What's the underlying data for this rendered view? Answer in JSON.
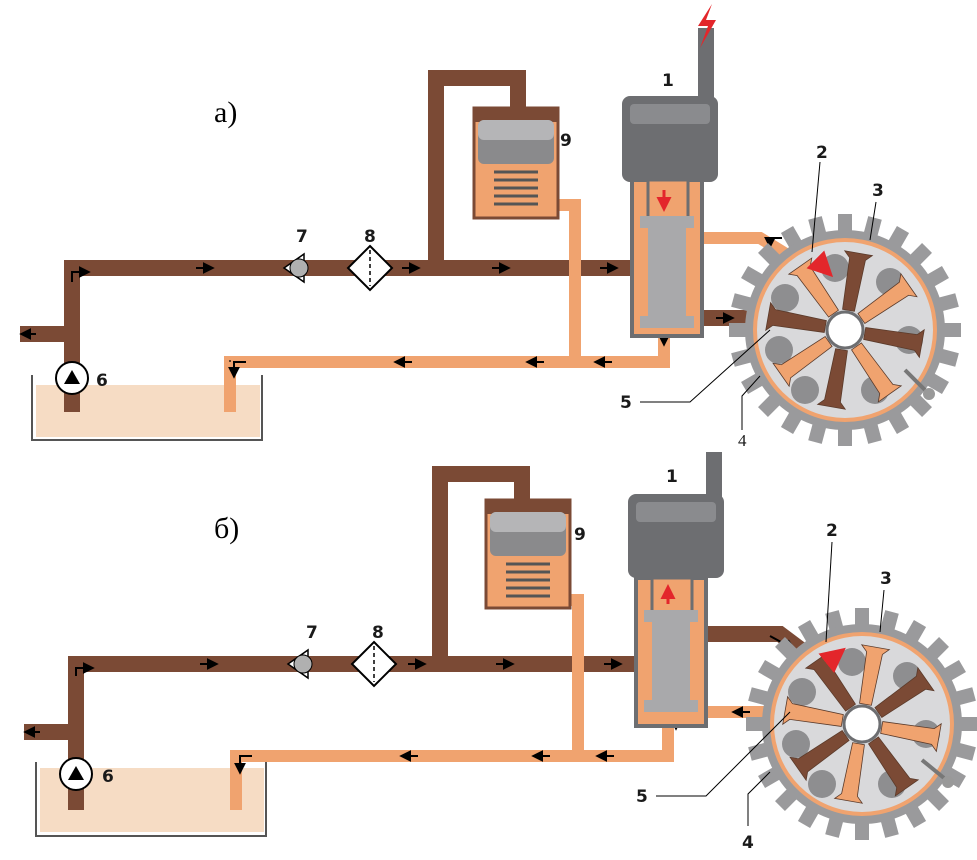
{
  "panels": [
    {
      "case_label": "а)",
      "labels": {
        "n1": "1",
        "n2": "2",
        "n3": "3",
        "n4": "4",
        "n5": "5",
        "n6": "6",
        "n7": "7",
        "n8": "8",
        "n9": "9"
      },
      "spool_position": "down",
      "signal_icon": "lightning-bolt-icon"
    },
    {
      "case_label": "б)",
      "labels": {
        "n1": "1",
        "n2": "2",
        "n3": "3",
        "n4": "4",
        "n5": "5",
        "n6": "6",
        "n7": "7",
        "n8": "8",
        "n9": "9"
      },
      "spool_position": "up"
    }
  ],
  "colors": {
    "pressure_line": "#7b4a35",
    "return_line": "#f0a36f",
    "tank_fluid": "#f6dcc4",
    "housing": "#6d6e71",
    "rotor": "#bfbfc1",
    "gear": "#9a9a9c",
    "signal": "#e3262b"
  }
}
